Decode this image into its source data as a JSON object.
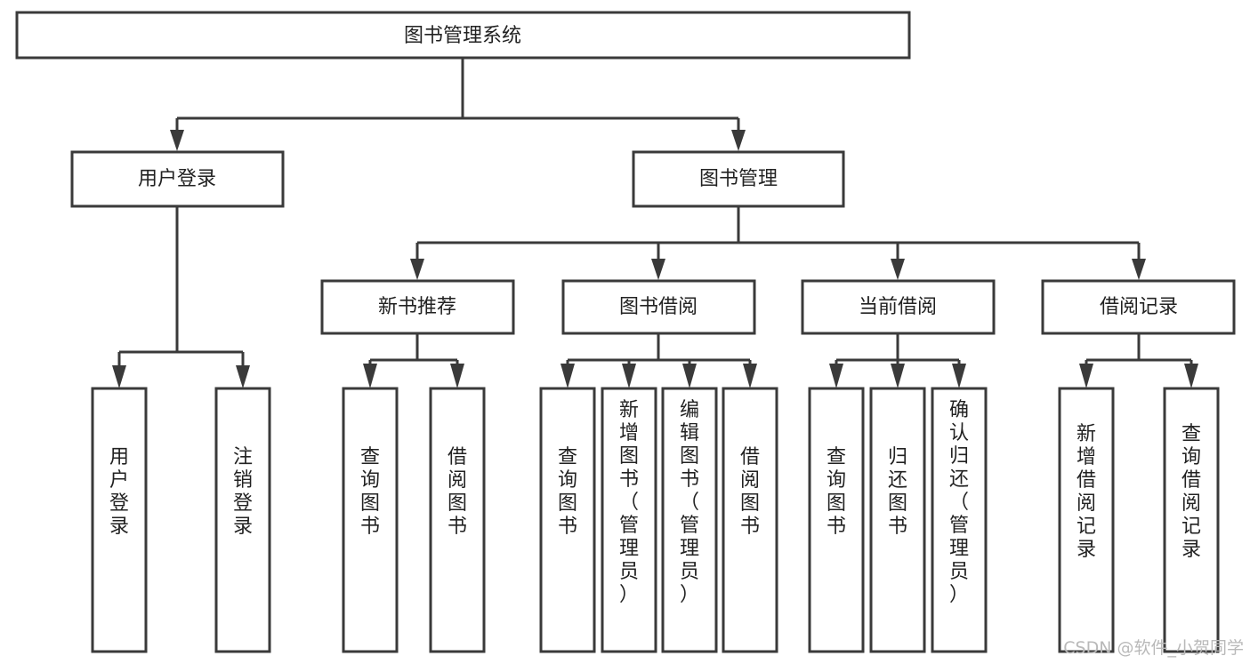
{
  "diagram": {
    "title": "图书管理系统",
    "watermark": "CSDN @软件_小贺同学",
    "colors": {
      "stroke": "#3a3a3a",
      "fill": "#ffffff",
      "text": "#222222",
      "watermark": "#b9b9b9"
    },
    "levels": {
      "root": {
        "label": "图书管理系统"
      },
      "level2": [
        {
          "id": "user-login",
          "label": "用户登录"
        },
        {
          "id": "book-management",
          "label": "图书管理"
        }
      ],
      "level3": [
        {
          "id": "new-book-recommend",
          "label": "新书推荐",
          "parent": "book-management"
        },
        {
          "id": "book-borrow",
          "label": "图书借阅",
          "parent": "book-management"
        },
        {
          "id": "current-borrow",
          "label": "当前借阅",
          "parent": "book-management"
        },
        {
          "id": "borrow-record",
          "label": "借阅记录",
          "parent": "book-management"
        }
      ],
      "leaves": [
        {
          "id": "leaf-user-login",
          "label": "用户登录",
          "parent": "user-login"
        },
        {
          "id": "leaf-logout-login",
          "label": "注销登录",
          "parent": "user-login"
        },
        {
          "id": "leaf-query-book-1",
          "label": "查询图书",
          "parent": "new-book-recommend"
        },
        {
          "id": "leaf-borrow-book-1",
          "label": "借阅图书",
          "parent": "new-book-recommend"
        },
        {
          "id": "leaf-query-book-2",
          "label": "查询图书",
          "parent": "book-borrow"
        },
        {
          "id": "leaf-add-book",
          "label": "新增图书（管理员）",
          "parent": "book-borrow"
        },
        {
          "id": "leaf-edit-book",
          "label": "编辑图书（管理员）",
          "parent": "book-borrow"
        },
        {
          "id": "leaf-borrow-book-2",
          "label": "借阅图书",
          "parent": "book-borrow"
        },
        {
          "id": "leaf-query-book-3",
          "label": "查询图书",
          "parent": "current-borrow"
        },
        {
          "id": "leaf-return-book",
          "label": "归还图书",
          "parent": "current-borrow"
        },
        {
          "id": "leaf-confirm-return",
          "label": "确认归还（管理员）",
          "parent": "current-borrow"
        },
        {
          "id": "leaf-add-record",
          "label": "新增借阅记录",
          "parent": "borrow-record"
        },
        {
          "id": "leaf-query-record",
          "label": "查询借阅记录",
          "parent": "borrow-record"
        }
      ]
    }
  }
}
